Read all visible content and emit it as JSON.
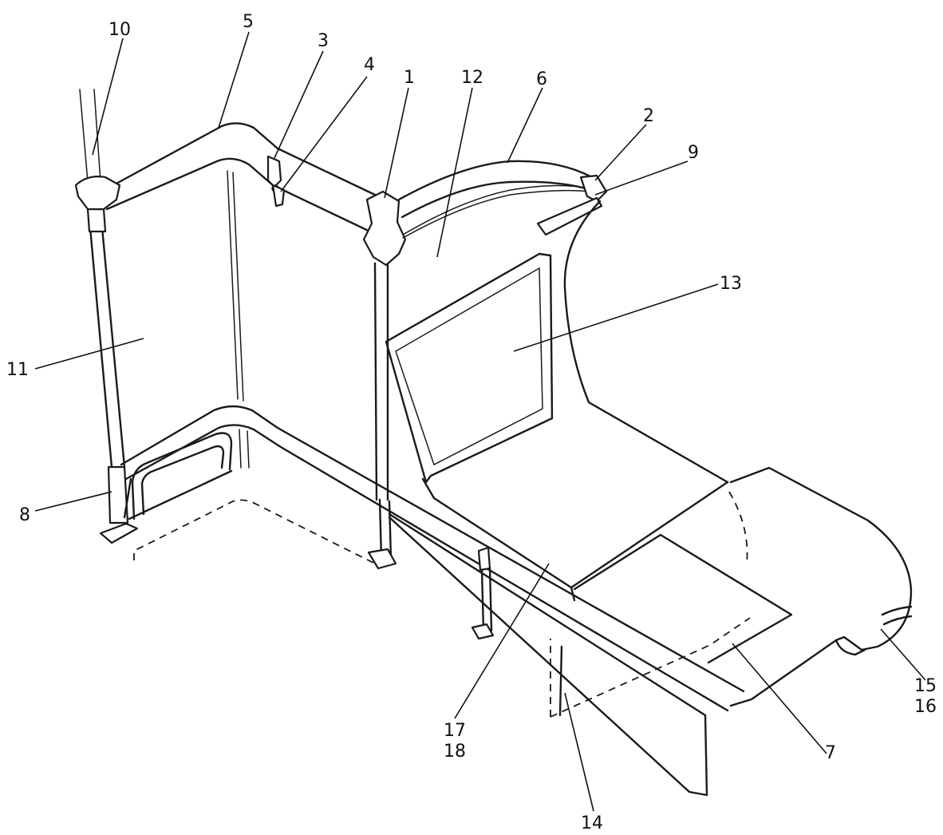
{
  "callouts": [
    {
      "id": "10",
      "text": "10"
    },
    {
      "id": "5",
      "text": "5"
    },
    {
      "id": "3",
      "text": "3"
    },
    {
      "id": "4",
      "text": "4"
    },
    {
      "id": "1",
      "text": "1"
    },
    {
      "id": "12",
      "text": "12"
    },
    {
      "id": "6",
      "text": "6"
    },
    {
      "id": "2",
      "text": "2"
    },
    {
      "id": "9",
      "text": "9"
    },
    {
      "id": "13",
      "text": "13"
    },
    {
      "id": "11",
      "text": "11"
    },
    {
      "id": "8",
      "text": "8"
    },
    {
      "id": "17",
      "text": "17"
    },
    {
      "id": "18",
      "text": "18"
    },
    {
      "id": "14",
      "text": "14"
    },
    {
      "id": "7",
      "text": "7"
    },
    {
      "id": "15",
      "text": "15"
    },
    {
      "id": "16",
      "text": "16"
    }
  ]
}
